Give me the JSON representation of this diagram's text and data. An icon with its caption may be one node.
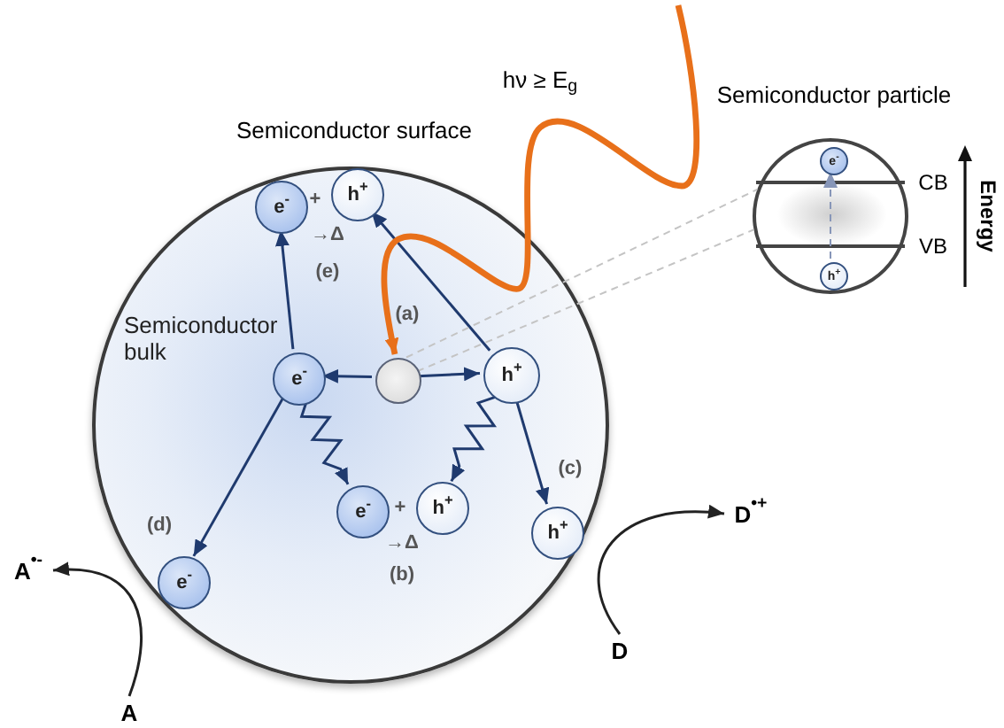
{
  "diagram": {
    "nodes": [
      {
        "text": [
          "Semiconductor surface",
          "Semiconductor bulk"
        ]
      },
      {
        "text": [
          "e$^{-}$"
        ],
        "in": 0
      },
      {
        "text": [
          "h$^{+}$"
        ],
        "in": 0
      },
      {
        "text": [
          "e$^{-}$"
        ],
        "in": 0
      },
      {
        "text": [],
        "shape": "circle",
        "in": 0
      },
      {
        "text": [
          "h$^{+}$"
        ],
        "in": 0
      },
      {
        "text": [
          "e$^{-}$"
        ],
        "in": 0
      },
      {
        "text": [
          "h$^{+}$"
        ],
        "in": 0
      },
      {
        "text": [
          "h$^{+}$"
        ],
        "in": 0
      },
      {
        "text": [
          "e$^{-}$"
        ],
        "in": 0
      },
      {
        "text": [
          "A"
        ]
      },
      {
        "text": [
          "A$^{•-}$"
        ]
      },
      {
        "text": [
          "D"
        ]
      },
      {
        "text": [
          "D$^{•+}$"
        ]
      },
      {
        "text": [
          "Semiconductor particle"
        ]
      },
      {
        "text": [
          "e$^{-}$"
        ],
        "in": 14
      },
      {
        "text": [
          "h$^{+}$"
        ],
        "in": 14
      }
    ],
    "edges": [
      {
        "from": 4,
        "to": 3,
        "arrow": "to"
      },
      {
        "from": 4,
        "to": 5,
        "arrow": "to"
      },
      {
        "from": 3,
        "to": 1,
        "arrow": "to"
      },
      {
        "from": 5,
        "to": 2,
        "arrow": "to"
      },
      {
        "from": 3,
        "to": 6,
        "arrow": "to"
      },
      {
        "from": 5,
        "to": 7,
        "arrow": "to"
      },
      {
        "from": 5,
        "to": 8,
        "arrow": "to"
      },
      {
        "from": 3,
        "to": 9,
        "arrow": "to"
      },
      {
        "from": 10,
        "to": 11,
        "arrow": "to"
      },
      {
        "from": 12,
        "to": 13,
        "arrow": "to"
      },
      {
        "from": null,
        "to": 4,
        "arrow": "to",
        "style": "thick",
        "color": "#e8701a"
      },
      {
        "from": 4,
        "to": 14,
        "arrow": "none",
        "style": "dashed",
        "color": "#c4c4c4"
      },
      {
        "from": 4,
        "to": 14,
        "arrow": "none",
        "style": "dashed",
        "color": "#c4c4c4"
      },
      {
        "from": 16,
        "to": 15,
        "arrow": "to",
        "style": "dashed",
        "color": "#8796b8"
      }
    ],
    "labels": [
      "hν ≥ E$_{g}$",
      "+",
      "→Δ",
      "(e)",
      "(a)",
      "+",
      "→Δ",
      "(b)",
      "(c)",
      "(d)",
      "CB",
      "VB",
      "Energy"
    ]
  }
}
